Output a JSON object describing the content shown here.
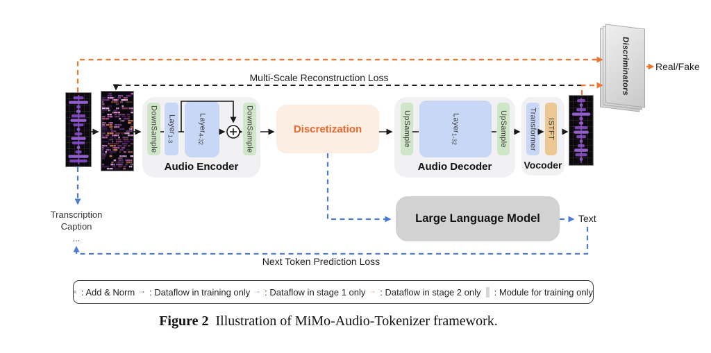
{
  "figure": {
    "caption_label": "Figure 2",
    "caption_text": "Illustration of MiMo-Audio-Tokenizer framework."
  },
  "labels": {
    "multi_scale_loss": "Multi-Scale Reconstruction Loss",
    "next_token_loss": "Next Token Prediction Loss",
    "real_fake": "Real/Fake",
    "text_output": "Text",
    "transcription": "Transcription",
    "caption_word": "Caption",
    "ellipsis": "..."
  },
  "encoder": {
    "title": "Audio Encoder",
    "downsample_in": "DownSample",
    "layer_front": "Layer",
    "layer_front_sub": "1-3",
    "layer_main": "Layer",
    "layer_main_sub": "4-32",
    "downsample_out": "DownSample"
  },
  "discretization": {
    "label": "Discretization"
  },
  "decoder": {
    "title": "Audio Decoder",
    "upsample_in": "UpSample",
    "layer": "Layer",
    "layer_sub": "1-32",
    "upsample_out": "UpSample"
  },
  "vocoder": {
    "title": "Vocoder",
    "transformer": "Transformer",
    "istft": "ISTFT"
  },
  "llm": {
    "label": "Large Language Model"
  },
  "discriminators": {
    "label": "Discriminators"
  },
  "legend": {
    "add_norm": ": Add & Norm",
    "training": ": Dataflow in training only",
    "stage1": ": Dataflow in stage 1 only",
    "stage2": ": Dataflow in stage 2 only",
    "module": ": Module for training only"
  },
  "colors": {
    "orange_flow": "#ee7433",
    "blue_flow": "#4d7cd6",
    "black_flow": "#1a1a1a",
    "green_block": "#d0e6c8",
    "blue_block": "#c9d7f6",
    "tan_block": "#ecc892",
    "container_gray": "#f1f1f3",
    "discretization_bg": "#fceee3",
    "discretization_text": "#ec682a",
    "llm_gray": "#d2d2d2"
  }
}
